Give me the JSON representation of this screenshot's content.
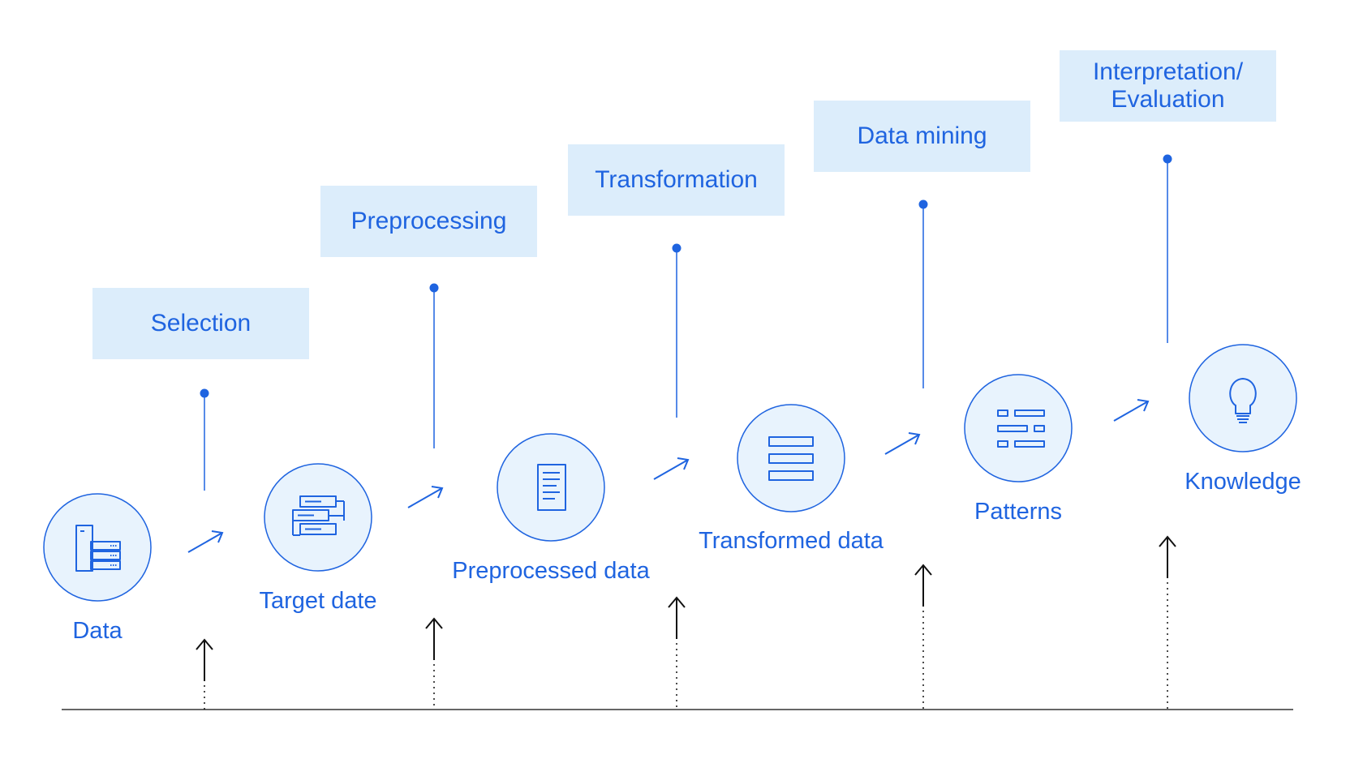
{
  "process_steps": [
    {
      "label": "Selection"
    },
    {
      "label": "Preprocessing"
    },
    {
      "label": "Transformation"
    },
    {
      "label": "Data mining"
    },
    {
      "label": "Interpretation/\nEvaluation"
    }
  ],
  "data_nodes": [
    {
      "label": "Data",
      "icon": "database-server-icon"
    },
    {
      "label": "Target date",
      "icon": "server-stack-icon"
    },
    {
      "label": "Preprocessed data",
      "icon": "document-list-icon"
    },
    {
      "label": "Transformed data",
      "icon": "table-rows-icon"
    },
    {
      "label": "Patterns",
      "icon": "pattern-grid-icon"
    },
    {
      "label": "Knowledge",
      "icon": "lightbulb-icon"
    }
  ],
  "colors": {
    "accent": "#1f64e0",
    "box_fill": "#dcedfb",
    "node_fill": "#e8f3fd",
    "baseline": "#333333"
  }
}
